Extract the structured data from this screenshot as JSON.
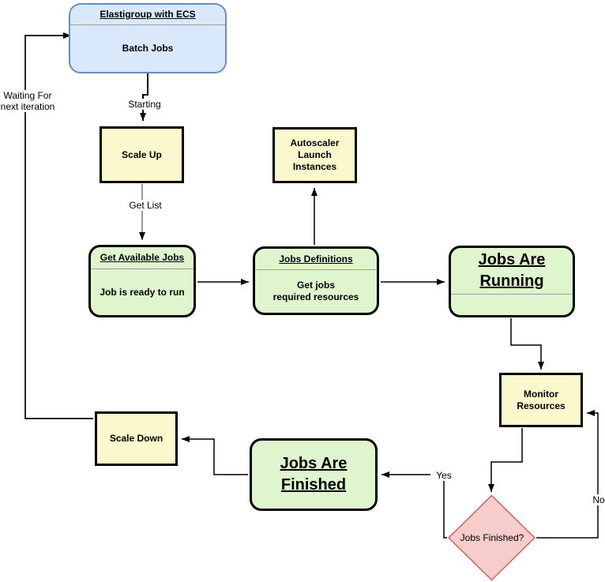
{
  "diagram": {
    "nodes": {
      "elastigroup": {
        "title": "Elastigroup with ECS",
        "body": "Batch Jobs"
      },
      "scale_up": {
        "label": "Scale Up"
      },
      "autoscaler": {
        "label": "Autoscaler\nLaunch\nInstances"
      },
      "get_available_jobs": {
        "title": "Get Available Jobs",
        "body": "Job is ready to run"
      },
      "jobs_definitions": {
        "title": "Jobs Definitions",
        "body": "Get jobs\nrequired resources"
      },
      "jobs_are_running": {
        "title": "Jobs Are\nRunning",
        "body": ""
      },
      "monitor_resources": {
        "label": "Monitor\nResources"
      },
      "scale_down": {
        "label": "Scale Down"
      },
      "jobs_are_finished": {
        "title": "Jobs Are\nFinished"
      },
      "decision": {
        "label": "Jobs Finished?"
      }
    },
    "edge_labels": {
      "waiting": "Waiting For\nnext iteration",
      "starting": "Starting",
      "get_list": "Get List",
      "yes": "Yes",
      "no": "No"
    },
    "colors": {
      "blue_fill": "#dae8fc",
      "blue_border": "#6c8ebf",
      "yellow_fill": "#fcf8cd",
      "green_fill": "#dff5ce",
      "pink_fill": "#f6cdca",
      "pink_border": "#c86462",
      "node_border": "#000000",
      "divider": "#9e9e9e",
      "edge_black": "#000000",
      "edge_gray": "#999999"
    }
  }
}
